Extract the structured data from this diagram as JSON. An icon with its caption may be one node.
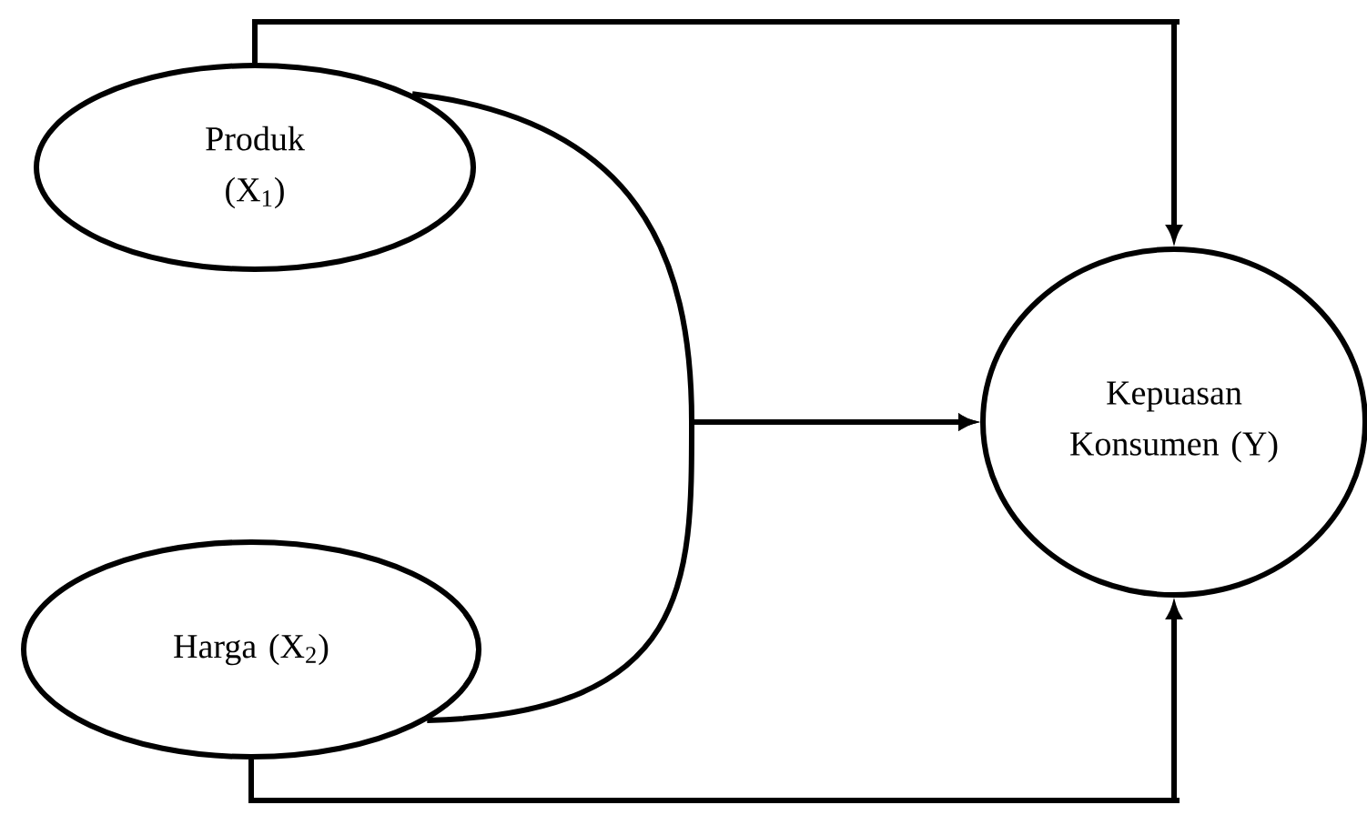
{
  "diagram": {
    "nodes": [
      {
        "text": [
          "Produk (X$_{1}$)"
        ]
      },
      {
        "text": [
          "Harga (X$_{2}$)"
        ]
      },
      {
        "text": [
          "Kepuasan Konsumen (Y)"
        ]
      }
    ],
    "edges": [
      {
        "from": 0,
        "to": 2,
        "arrow": "to"
      },
      {
        "from": 0,
        "to": 2,
        "arrow": "to"
      },
      {
        "from": 1,
        "to": 2,
        "arrow": "to"
      },
      {
        "from": 1,
        "to": 2,
        "arrow": "to"
      }
    ]
  }
}
